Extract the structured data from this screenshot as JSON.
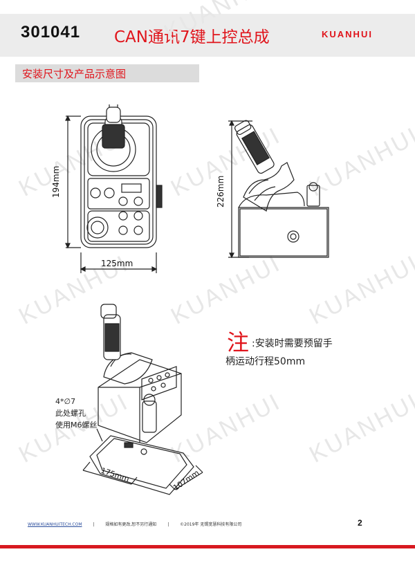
{
  "header": {
    "code": "301041",
    "title": "CAN通讯7键上控总成",
    "brand": "KUANHUI"
  },
  "section_title": "安装尺寸及产品示意图",
  "watermark": "KUANHUI",
  "dimensions": {
    "front_height": "194mm",
    "front_width": "125mm",
    "side_height": "226mm",
    "base_length": "175mm",
    "base_width": "107mm"
  },
  "note": {
    "lead": "注",
    "text1": ":安装时需要预留手",
    "text2": "柄运动行程50mm"
  },
  "hole_note": {
    "line1": "4*∅7",
    "line2": "此处螺孔",
    "line3": "使用M6螺丝"
  },
  "footer": {
    "website": "WWW.KUANHUITECH.COM",
    "notice": "规格如有更改,恕不另行通知",
    "copyright": "©2019年 无锡宽慧科技有限公司",
    "page": "2"
  },
  "colors": {
    "accent": "#e0141b",
    "footer_line": "#d71920"
  }
}
